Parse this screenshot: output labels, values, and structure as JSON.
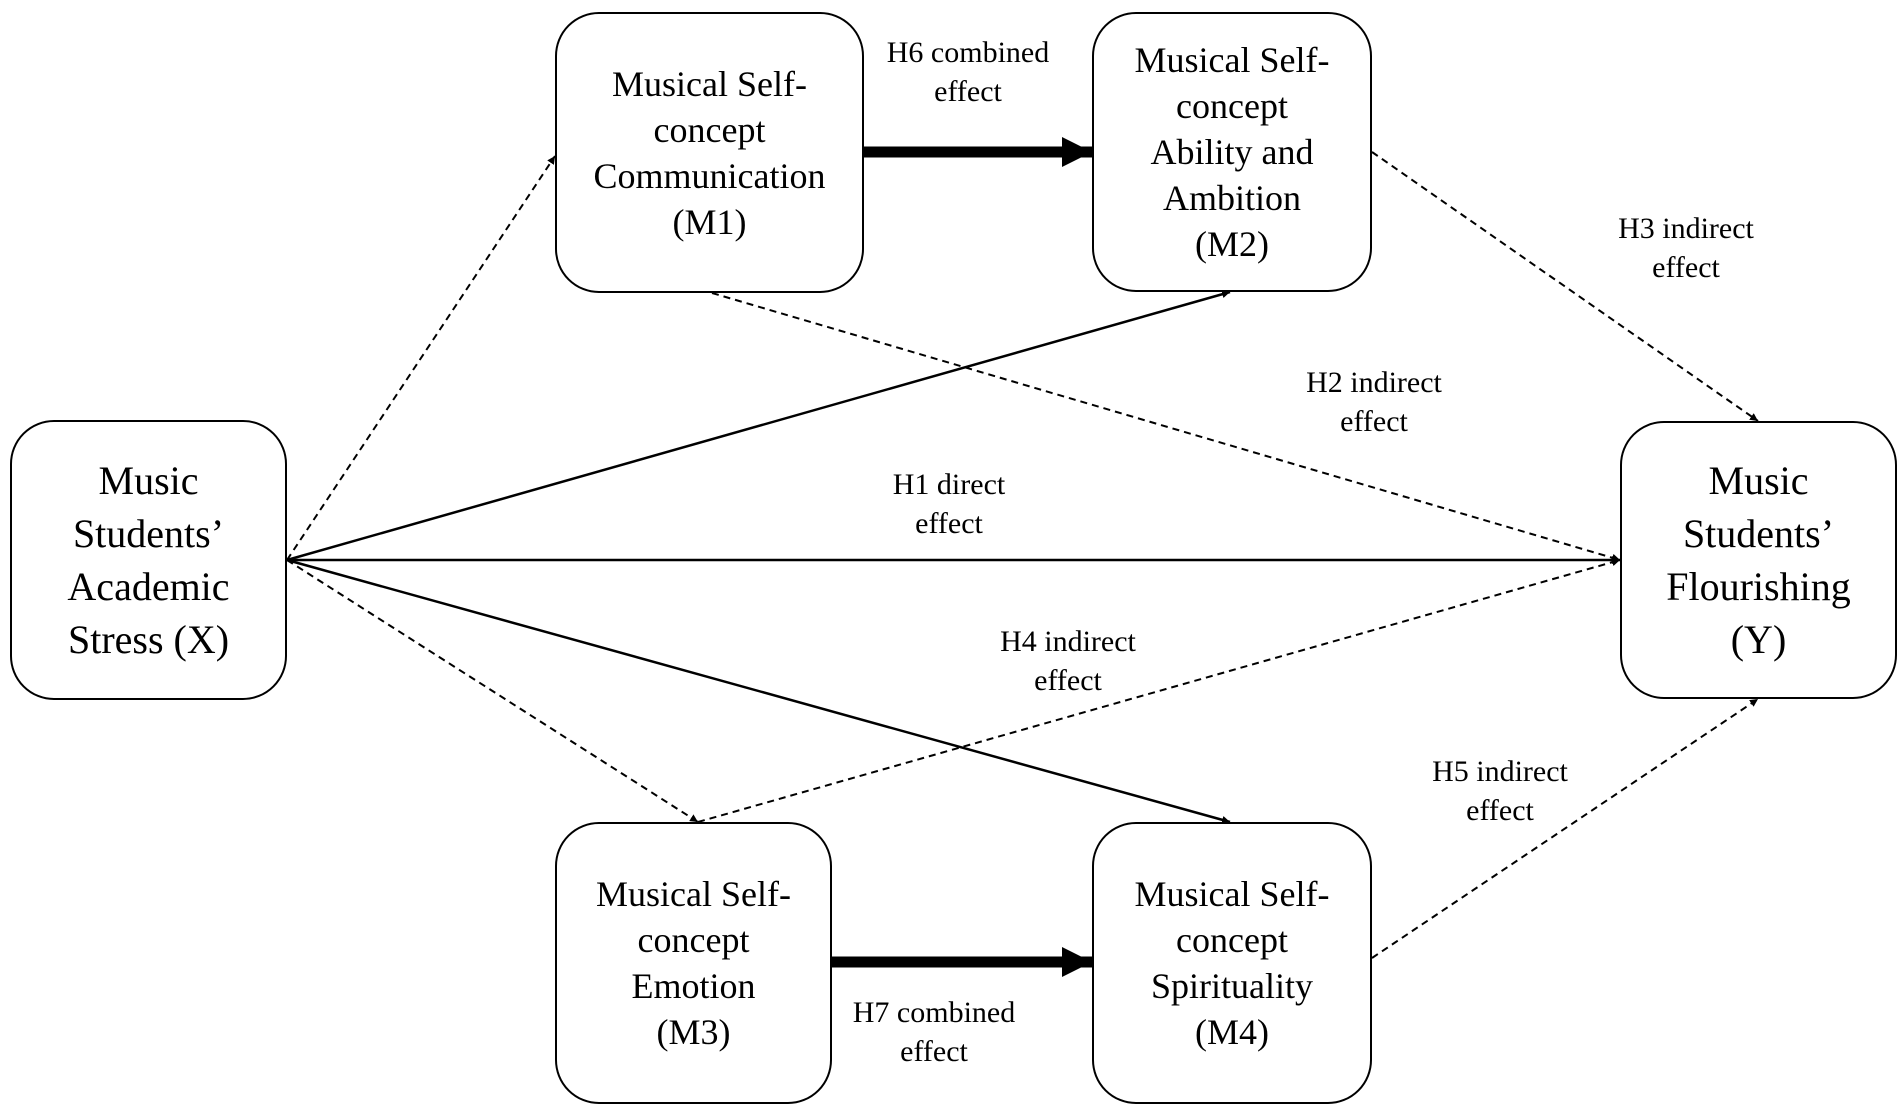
{
  "nodes": {
    "x": {
      "lines": [
        "Music",
        "Students’",
        "Academic",
        "Stress (X)"
      ]
    },
    "y": {
      "lines": [
        "Music",
        "Students’",
        "Flourishing",
        "(Y)"
      ]
    },
    "m1": {
      "lines": [
        "Musical Self-",
        "concept",
        "Communication",
        "(M1)"
      ]
    },
    "m2": {
      "lines": [
        "Musical Self-",
        "concept",
        "Ability and",
        "Ambition",
        "(M2)"
      ]
    },
    "m3": {
      "lines": [
        "Musical Self-",
        "concept",
        "Emotion",
        "(M3)"
      ]
    },
    "m4": {
      "lines": [
        "Musical Self-",
        "concept",
        "Spirituality",
        "(M4)"
      ]
    }
  },
  "edges": {
    "h1": {
      "lines": [
        "H1 direct",
        "effect"
      ]
    },
    "h2": {
      "lines": [
        "H2 indirect",
        "effect"
      ]
    },
    "h3": {
      "lines": [
        "H3 indirect",
        "effect"
      ]
    },
    "h4": {
      "lines": [
        "H4 indirect",
        "effect"
      ]
    },
    "h5": {
      "lines": [
        "H5 indirect",
        "effect"
      ]
    },
    "h6": {
      "lines": [
        "H6 combined",
        "effect"
      ]
    },
    "h7": {
      "lines": [
        "H7 combined",
        "effect"
      ]
    }
  }
}
